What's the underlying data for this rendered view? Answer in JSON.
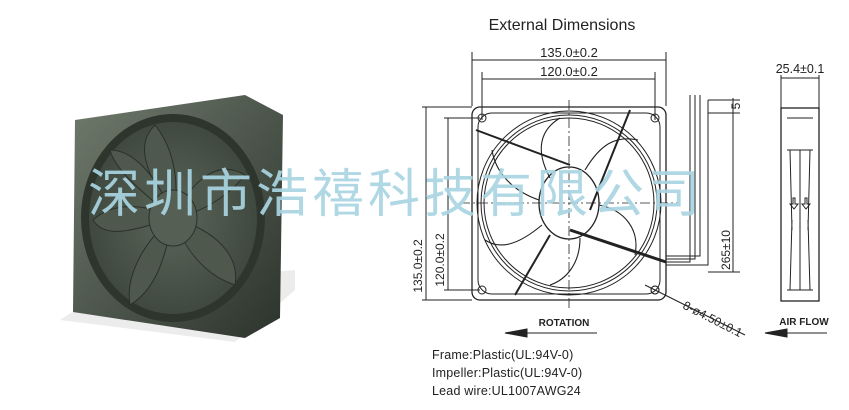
{
  "title": "External Dimensions",
  "dimensions": {
    "outer_width": "135.0±0.2",
    "hole_spacing": "120.0±0.2",
    "outer_height": "135.0±0.2",
    "hole_spacing_vertical": "120.0±0.2",
    "lead_length": "265±10",
    "lead_strip": "5",
    "thickness": "25.4±0.1",
    "holes": "8-ø4.50±0.1"
  },
  "labels": {
    "rotation": "ROTATION",
    "air_flow": "AIR FLOW"
  },
  "specs": [
    "Frame:Plastic(UL:94V-0)",
    "Impeller:Plastic(UL:94V-0)",
    "Lead wire:UL1007AWG24"
  ],
  "watermark": "深圳市浩禧科技有限公司"
}
